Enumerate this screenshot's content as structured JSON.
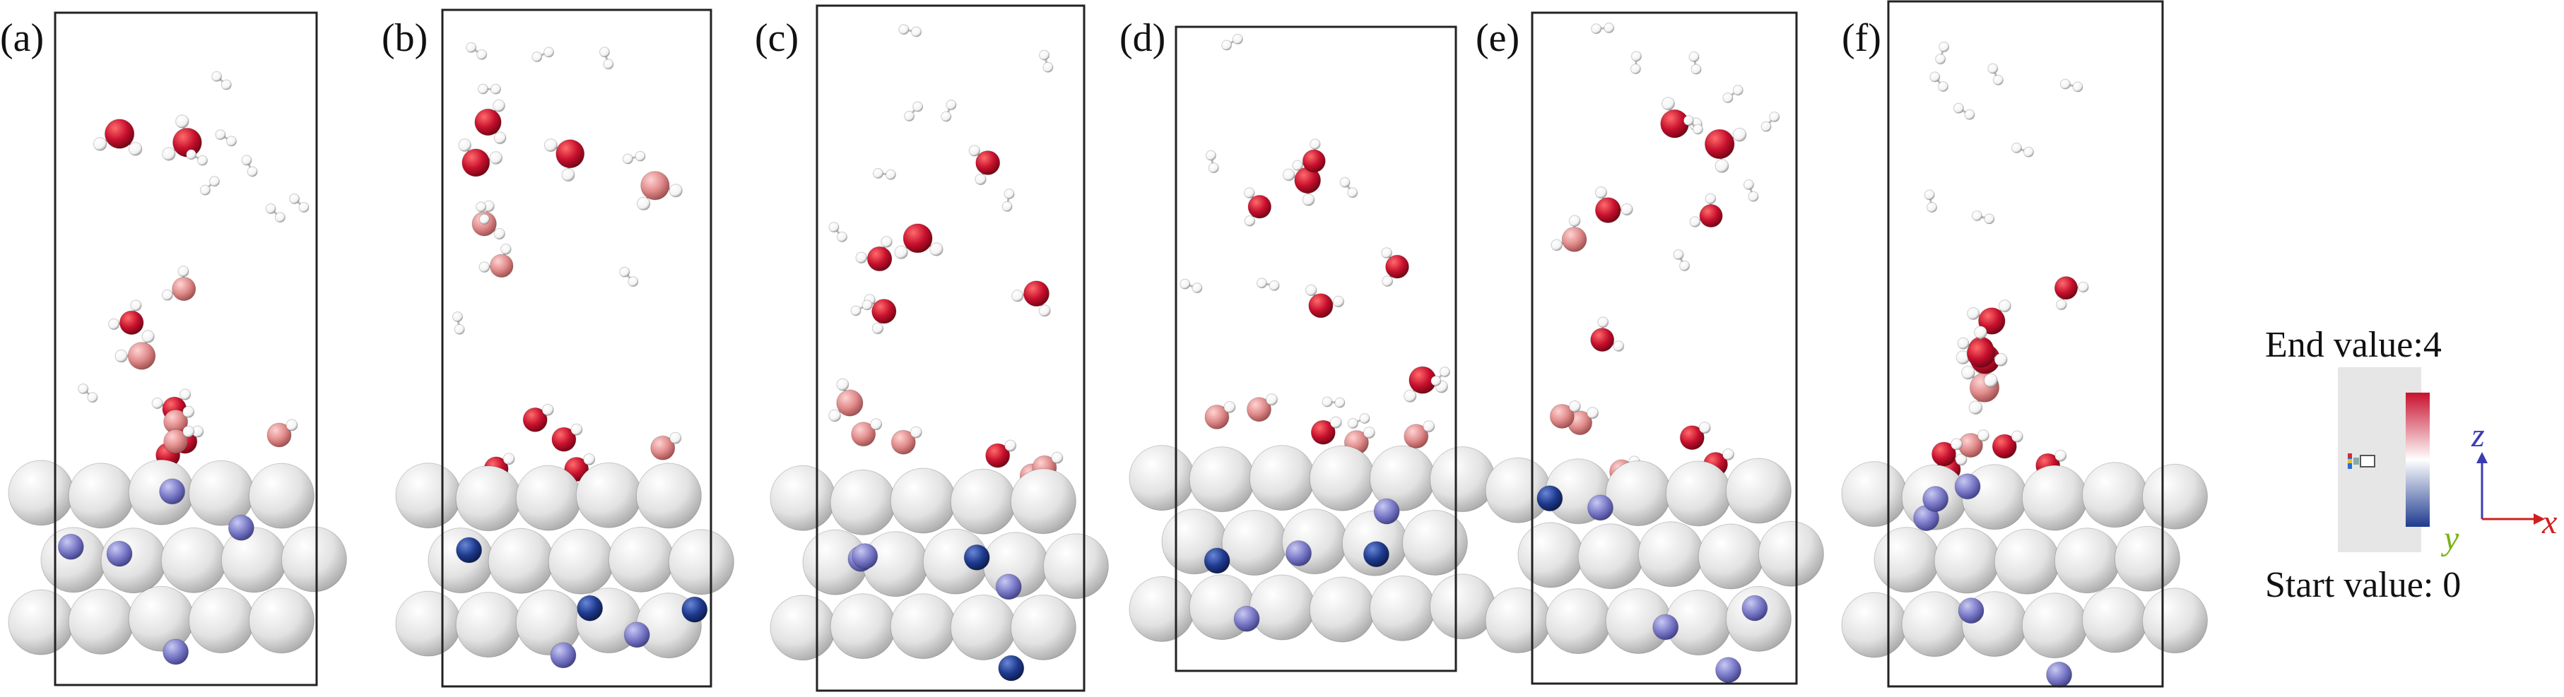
{
  "panels": [
    {
      "label": "(a)"
    },
    {
      "label": "(b)"
    },
    {
      "label": "(c)"
    },
    {
      "label": "(d)"
    },
    {
      "label": "(e)"
    },
    {
      "label": "(f)"
    }
  ],
  "legend": {
    "end_label": "End value:4",
    "start_label": "Start value: 0",
    "colorbar_top": "#c8102e",
    "colorbar_mid": "#ffffff",
    "colorbar_bottom": "#1f3b8f",
    "panel_bg": "#e6e6e6",
    "icon": "colormap-settings-icon"
  },
  "axes": {
    "z": {
      "label": "z",
      "color": "#3b3bb3"
    },
    "x": {
      "label": "x",
      "color": "#d01f1f"
    },
    "y": {
      "label": "y",
      "color": "#7ab317"
    }
  },
  "atom_colors": {
    "metal": "#ececec",
    "oxygen_high": "#c8102e",
    "oxygen_mid": "#e08a8a",
    "dopant_dark": "#1f3b8f",
    "dopant_light": "#6b6bbf",
    "hydrogen": "#ffffff"
  }
}
